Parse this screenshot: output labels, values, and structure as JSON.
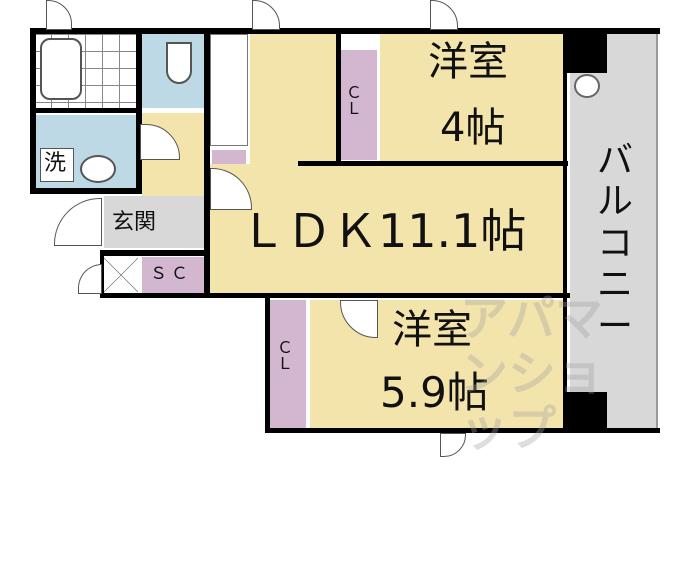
{
  "rooms": {
    "western_room_1": {
      "name": "洋室",
      "size": "4帖"
    },
    "ldk": {
      "label": "ＬＤＫ11.1帖"
    },
    "western_room_2": {
      "name": "洋室",
      "size": "5.9帖"
    },
    "balcony": "バルコニー",
    "entrance": "玄関",
    "washroom": "洗",
    "closet_1": "ＣＬ",
    "closet_2": "ＣＬ",
    "shoe_closet": "ＳＣ"
  },
  "watermark": "アパマンショップ",
  "colors": {
    "room": "#f3e4ac",
    "closet": "#d3b6cf",
    "water": "#bcd9e5",
    "balcony": "#d8d8d8",
    "wall": "#000000"
  }
}
